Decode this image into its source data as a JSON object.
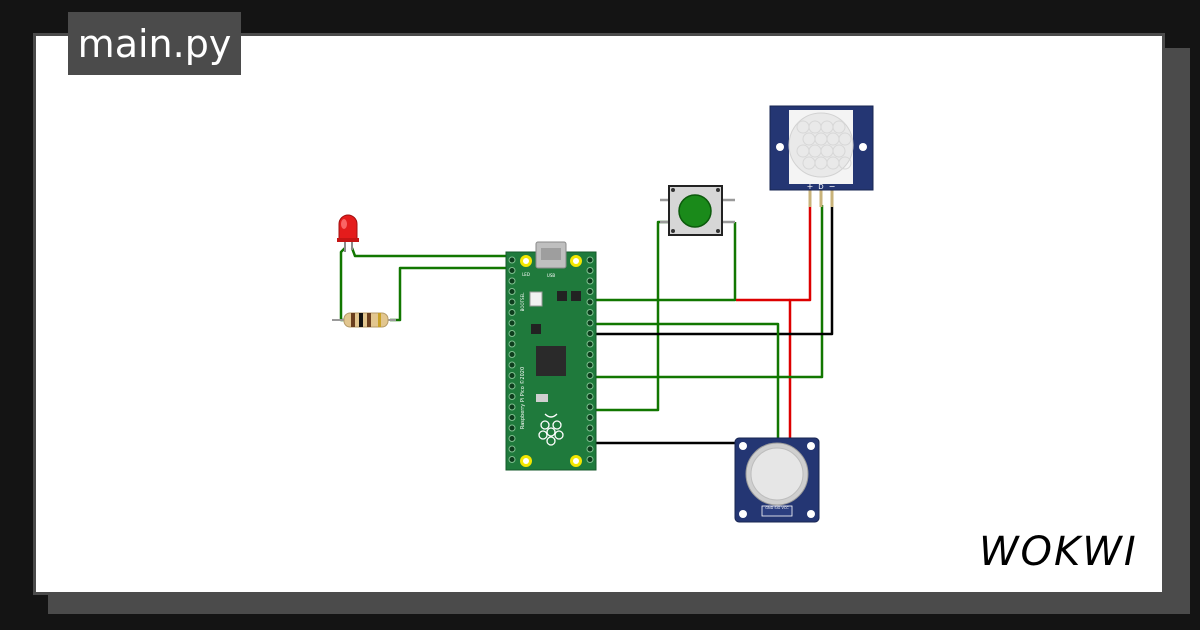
{
  "tab": {
    "filename": "main.py"
  },
  "brand": {
    "name": "WOKWI"
  },
  "board": {
    "usb_label": "USB",
    "led_label": "LED",
    "bootsel_label": "BOOTSEL",
    "silkscreen": "Raspberry Pi Pico ©2020"
  },
  "pir": {
    "pins": [
      "+",
      "D",
      "−"
    ]
  },
  "servo": {
    "pins": "GND SIG VCC"
  },
  "colors": {
    "background": "#141414",
    "frame": "#4b4b4b",
    "card": "#ffffff",
    "board_green": "#1f7a3c",
    "wire_green": "#117700",
    "wire_red": "#dd0000",
    "wire_black": "#000000",
    "module_blue": "#243673",
    "led_red": "#e41c1c",
    "button_green": "#1a8a1a"
  }
}
